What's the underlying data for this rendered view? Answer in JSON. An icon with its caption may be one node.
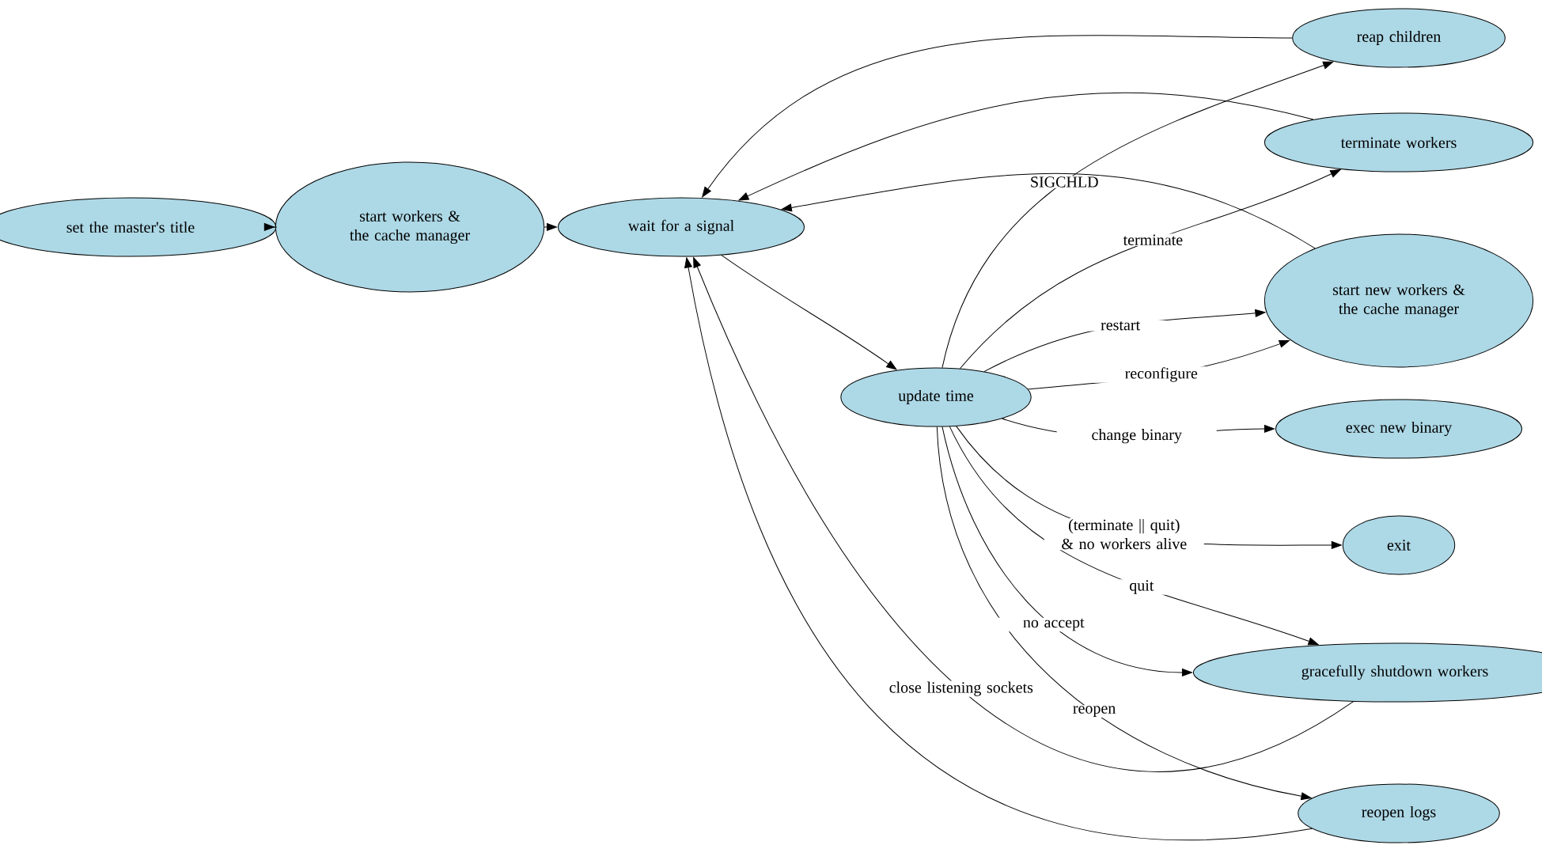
{
  "diagram": {
    "nodes": [
      {
        "text": [
          "set the master's title"
        ]
      },
      {
        "text": [
          "start workers & the cache manager"
        ]
      },
      {
        "text": [
          "wait for a signal"
        ]
      },
      {
        "text": [
          "update time"
        ]
      },
      {
        "text": [
          "reap children"
        ]
      },
      {
        "text": [
          "terminate workers"
        ]
      },
      {
        "text": [
          "start new workers & the cache manager"
        ]
      },
      {
        "text": [
          "exec new binary"
        ]
      },
      {
        "text": [
          "exit"
        ]
      },
      {
        "text": [
          "gracefully shutdown workers"
        ]
      },
      {
        "text": [
          "reopen logs"
        ]
      }
    ],
    "edges": [
      {
        "from": 0,
        "to": 1,
        "arrow": "to"
      },
      {
        "from": 1,
        "to": 2,
        "arrow": "to"
      },
      {
        "from": 2,
        "to": 3,
        "arrow": "to"
      },
      {
        "from": 3,
        "to": 4,
        "arrow": "to",
        "label": "SIGCHLD"
      },
      {
        "from": 3,
        "to": 5,
        "arrow": "to",
        "label": "terminate"
      },
      {
        "from": 3,
        "to": 6,
        "arrow": "to",
        "label": "restart"
      },
      {
        "from": 3,
        "to": 6,
        "arrow": "to",
        "label": "reconfigure"
      },
      {
        "from": 3,
        "to": 7,
        "arrow": "to",
        "label": "change binary"
      },
      {
        "from": 3,
        "to": 8,
        "arrow": "to",
        "label": "(terminate || quit) & no workers alive"
      },
      {
        "from": 3,
        "to": 9,
        "arrow": "to",
        "label": "quit"
      },
      {
        "from": 3,
        "to": 9,
        "arrow": "to",
        "label": "no accept"
      },
      {
        "from": 3,
        "to": 10,
        "arrow": "to",
        "label": "reopen"
      },
      {
        "from": 4,
        "to": 2,
        "arrow": "to"
      },
      {
        "from": 5,
        "to": 2,
        "arrow": "to"
      },
      {
        "from": 6,
        "to": 2,
        "arrow": "to"
      },
      {
        "from": 9,
        "to": 2,
        "arrow": "to",
        "label": "close listening sockets"
      },
      {
        "from": 10,
        "to": 2,
        "arrow": "to"
      }
    ]
  }
}
